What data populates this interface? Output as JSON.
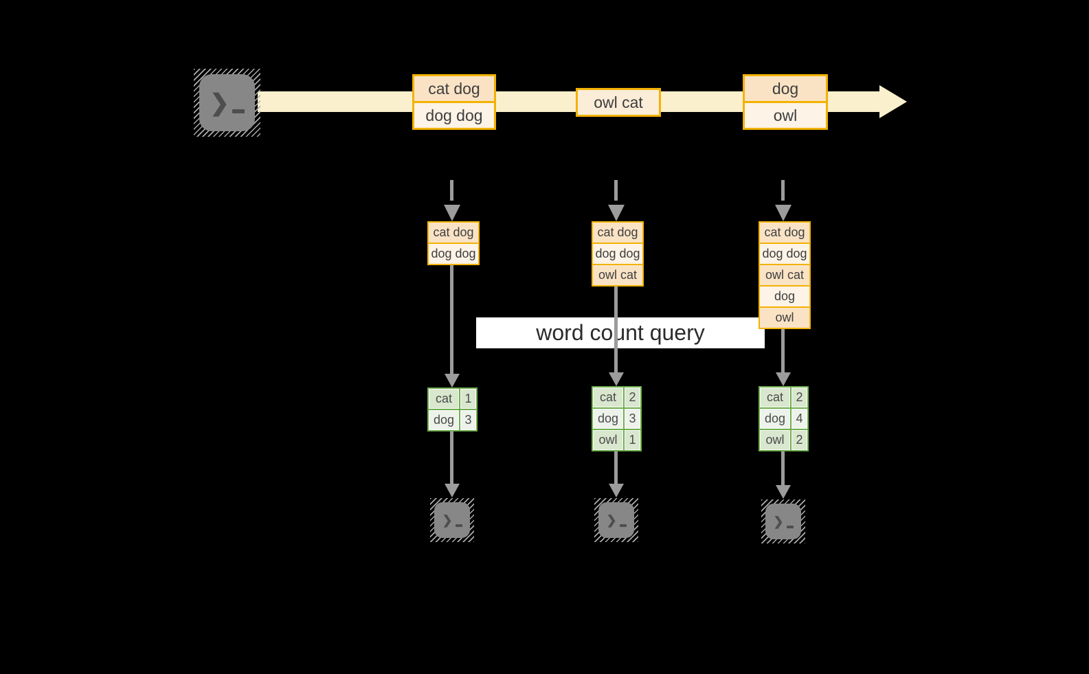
{
  "diagram": {
    "query_label": "word count query",
    "prompt_glyph": "❯",
    "colors": {
      "background": "#000000",
      "stream_band": "#FAF0CE",
      "batch_border": "#F2B202",
      "batch_fill_dark": "#FAE3C5",
      "batch_fill_light": "#FDF3E6",
      "table_border": "#6FAE4E",
      "table_fill_dark": "#D9E7CF",
      "table_fill_light": "#EDF3EA",
      "arrow_gray": "#9C9C9C",
      "label_bg": "#FFFFFF",
      "terminal_gray": "#878787"
    },
    "stream": {
      "batches": [
        {
          "rows": [
            "cat dog",
            "dog dog"
          ]
        },
        {
          "rows": [
            "owl cat"
          ]
        },
        {
          "rows": [
            "dog",
            "owl"
          ]
        }
      ]
    },
    "columns": [
      {
        "input": [
          "cat dog",
          "dog dog"
        ],
        "counts": [
          {
            "word": "cat",
            "count": "1"
          },
          {
            "word": "dog",
            "count": "3"
          }
        ]
      },
      {
        "input": [
          "cat dog",
          "dog dog",
          "owl cat"
        ],
        "counts": [
          {
            "word": "cat",
            "count": "2"
          },
          {
            "word": "dog",
            "count": "3"
          },
          {
            "word": "owl",
            "count": "1"
          }
        ]
      },
      {
        "input": [
          "cat dog",
          "dog dog",
          "owl cat",
          "dog",
          "owl"
        ],
        "counts": [
          {
            "word": "cat",
            "count": "2"
          },
          {
            "word": "dog",
            "count": "4"
          },
          {
            "word": "owl",
            "count": "2"
          }
        ]
      }
    ]
  }
}
